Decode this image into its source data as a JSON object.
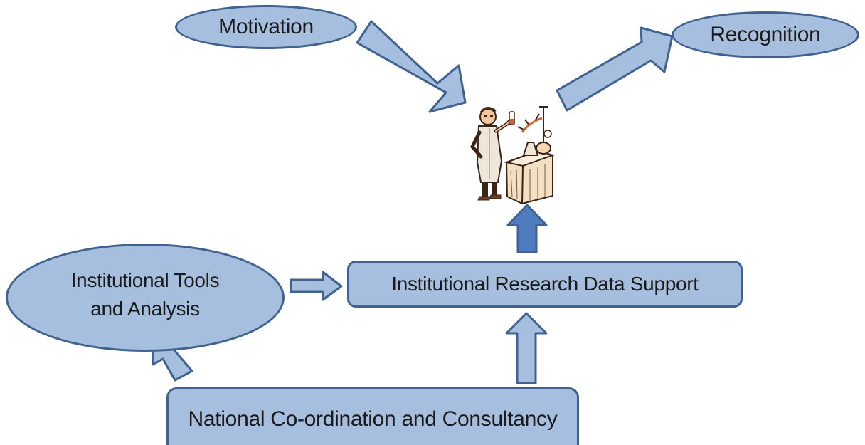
{
  "diagram": {
    "motivation": "Motivation",
    "recognition": "Recognition",
    "tools_line1": "Institutional Tools",
    "tools_line2": "and Analysis",
    "research_support": "Institutional Research Data Support",
    "national": "National Co-ordination and Consultancy",
    "scientist_icon": "scientist-illustration-icon"
  },
  "colors": {
    "node_fill": "#a7bfdf",
    "node_border": "#3f6291",
    "arrow_fill": "#a7bfdf",
    "arrow_dark_fill": "#4f7cbf",
    "arrow_border": "#3f6291"
  }
}
